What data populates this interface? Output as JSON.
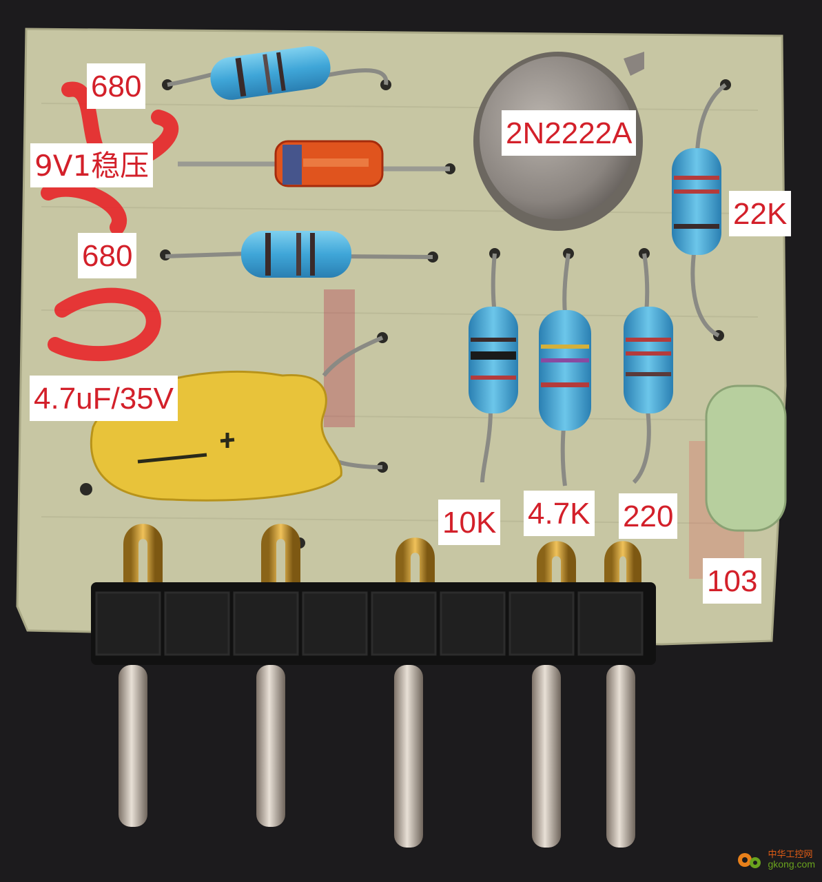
{
  "labels": {
    "r1": "680",
    "zener": "9V1稳压",
    "r2": "680",
    "transistor": "2N2222A",
    "r_22k": "22K",
    "cap": "4.7uF/35V",
    "r_10k": "10K",
    "r_47k": "4.7K",
    "r_220": "220",
    "cap_103": "103"
  },
  "watermark": {
    "cn": "中华工控网",
    "url": "gkong.com"
  },
  "colors": {
    "label_text": "#d3202a",
    "board": "#c7c6a3",
    "background": "#1c1b1d"
  }
}
